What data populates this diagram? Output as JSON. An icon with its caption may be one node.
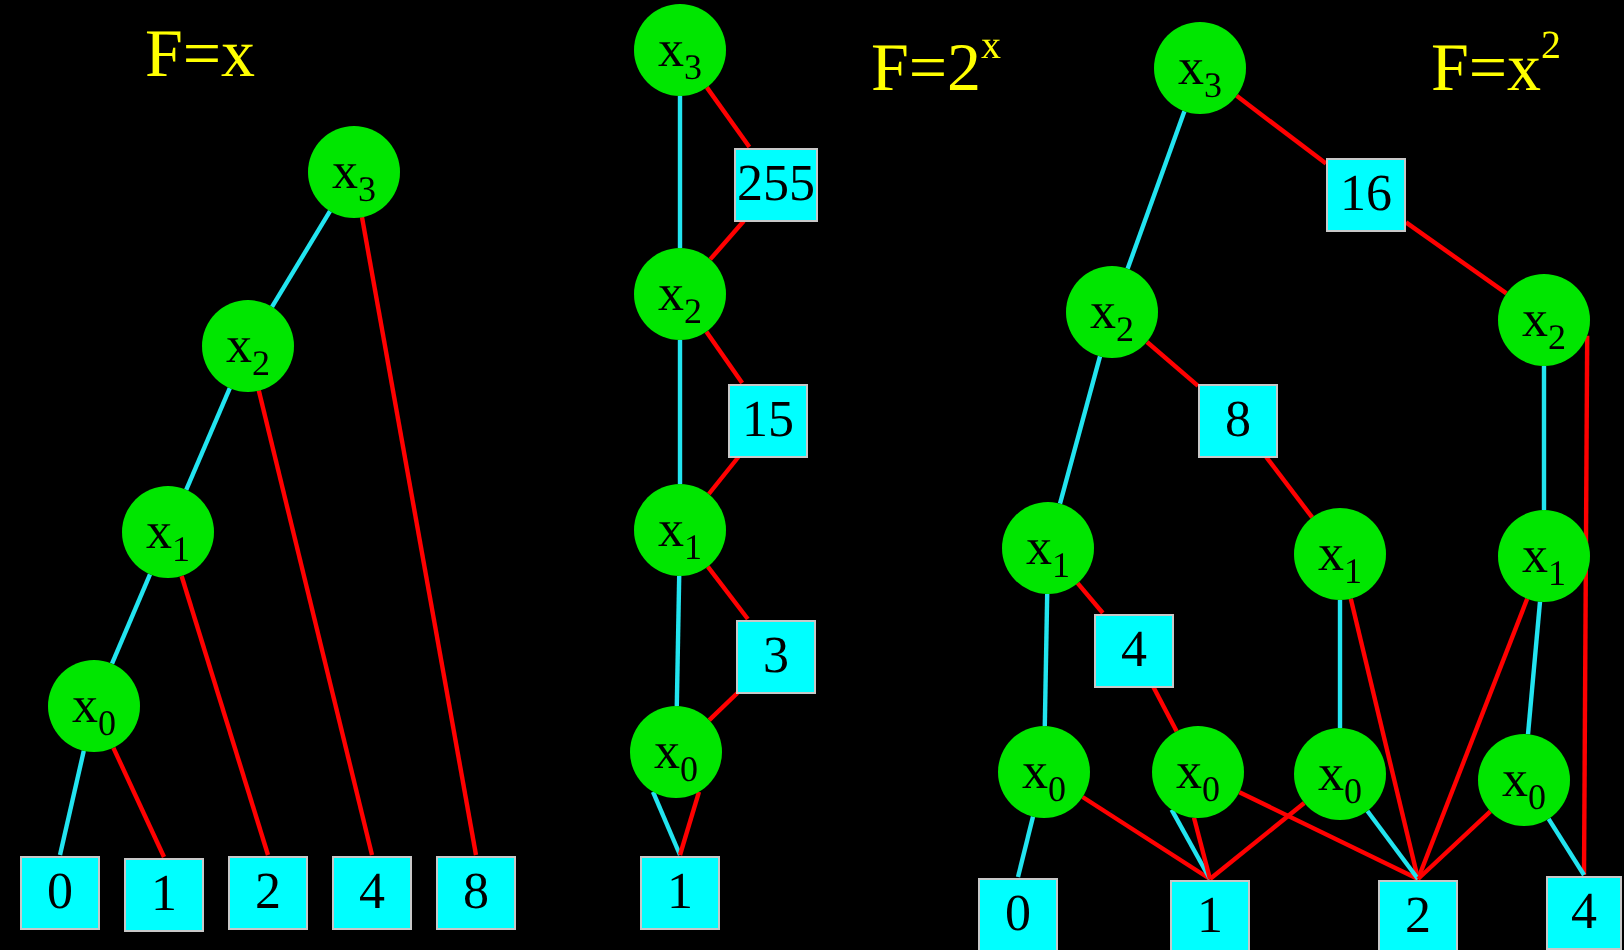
{
  "diagram": {
    "nodes": [
      {
        "text": [
          "x$_{3}$"
        ]
      },
      {
        "text": [
          "x$_{2}$"
        ]
      },
      {
        "text": [
          "x$_{1}$"
        ]
      },
      {
        "text": [
          "x$_{0}$"
        ]
      },
      {
        "text": [
          "0"
        ]
      },
      {
        "text": [
          "1"
        ]
      },
      {
        "text": [
          "2"
        ]
      },
      {
        "text": [
          "4"
        ]
      },
      {
        "text": [
          "8"
        ]
      },
      {
        "text": [
          "x$_{3}$"
        ]
      },
      {
        "text": [
          "255"
        ]
      },
      {
        "text": [
          "x$_{2}$"
        ]
      },
      {
        "text": [
          "15"
        ]
      },
      {
        "text": [
          "x$_{1}$"
        ]
      },
      {
        "text": [
          "3"
        ]
      },
      {
        "text": [
          "x$_{0}$"
        ]
      },
      {
        "text": [
          "1"
        ]
      },
      {
        "text": [
          "x$_{3}$"
        ]
      },
      {
        "text": [
          "16"
        ]
      },
      {
        "text": [
          "x$_{2}$"
        ]
      },
      {
        "text": [
          "x$_{2}$"
        ]
      },
      {
        "text": [
          "8"
        ]
      },
      {
        "text": [
          "x$_{1}$"
        ]
      },
      {
        "text": [
          "x$_{1}$"
        ]
      },
      {
        "text": [
          "x$_{1}$"
        ]
      },
      {
        "text": [
          "4"
        ]
      },
      {
        "text": [
          "x$_{0}$"
        ]
      },
      {
        "text": [
          "x$_{0}$"
        ]
      },
      {
        "text": [
          "x$_{0}$"
        ]
      },
      {
        "text": [
          "x$_{0}$"
        ]
      },
      {
        "text": [
          "0"
        ]
      },
      {
        "text": [
          "1"
        ]
      },
      {
        "text": [
          "2"
        ]
      },
      {
        "text": [
          "4"
        ]
      }
    ],
    "edges": [
      {
        "from": 0,
        "to": 1,
        "arrow": "none",
        "color": "#22e4f0"
      },
      {
        "from": 0,
        "to": 8,
        "arrow": "none"
      },
      {
        "from": 1,
        "to": 2,
        "arrow": "none",
        "color": "#22e4f0"
      },
      {
        "from": 1,
        "to": 7,
        "arrow": "none"
      },
      {
        "from": 2,
        "to": 3,
        "arrow": "none",
        "color": "#22e4f0"
      },
      {
        "from": 2,
        "to": 6,
        "arrow": "none"
      },
      {
        "from": 3,
        "to": 4,
        "arrow": "none",
        "color": "#22e4f0"
      },
      {
        "from": 3,
        "to": 5,
        "arrow": "none"
      },
      {
        "from": 9,
        "to": 11,
        "arrow": "none",
        "color": "#22e4f0"
      },
      {
        "from": 9,
        "to": 10,
        "arrow": "none"
      },
      {
        "from": 10,
        "to": 11,
        "arrow": "none"
      },
      {
        "from": 11,
        "to": 13,
        "arrow": "none",
        "color": "#22e4f0"
      },
      {
        "from": 11,
        "to": 12,
        "arrow": "none"
      },
      {
        "from": 12,
        "to": 13,
        "arrow": "none"
      },
      {
        "from": 13,
        "to": 15,
        "arrow": "none",
        "color": "#22e4f0"
      },
      {
        "from": 13,
        "to": 14,
        "arrow": "none"
      },
      {
        "from": 14,
        "to": 15,
        "arrow": "none"
      },
      {
        "from": 15,
        "to": 16,
        "arrow": "none",
        "color": "#22e4f0"
      },
      {
        "from": 15,
        "to": 16,
        "arrow": "none"
      },
      {
        "from": 17,
        "to": 19,
        "arrow": "none",
        "color": "#22e4f0"
      },
      {
        "from": 17,
        "to": 18,
        "arrow": "none"
      },
      {
        "from": 18,
        "to": 20,
        "arrow": "none"
      },
      {
        "from": 19,
        "to": 22,
        "arrow": "none",
        "color": "#22e4f0"
      },
      {
        "from": 19,
        "to": 21,
        "arrow": "none"
      },
      {
        "from": 21,
        "to": 23,
        "arrow": "none"
      },
      {
        "from": 20,
        "to": 24,
        "arrow": "none",
        "color": "#22e4f0"
      },
      {
        "from": 20,
        "to": 33,
        "arrow": "none"
      },
      {
        "from": 22,
        "to": 26,
        "arrow": "none",
        "color": "#22e4f0"
      },
      {
        "from": 22,
        "to": 25,
        "arrow": "none"
      },
      {
        "from": 25,
        "to": 27,
        "arrow": "none"
      },
      {
        "from": 23,
        "to": 28,
        "arrow": "none",
        "color": "#22e4f0"
      },
      {
        "from": 23,
        "to": 32,
        "arrow": "none"
      },
      {
        "from": 24,
        "to": 29,
        "arrow": "none",
        "color": "#22e4f0"
      },
      {
        "from": 24,
        "to": 32,
        "arrow": "none"
      },
      {
        "from": 26,
        "to": 30,
        "arrow": "none",
        "color": "#22e4f0"
      },
      {
        "from": 26,
        "to": 31,
        "arrow": "none"
      },
      {
        "from": 27,
        "to": 31,
        "arrow": "none",
        "color": "#22e4f0"
      },
      {
        "from": 27,
        "to": 31,
        "arrow": "none"
      },
      {
        "from": 27,
        "to": 32,
        "arrow": "none"
      },
      {
        "from": 28,
        "to": 32,
        "arrow": "none",
        "color": "#22e4f0"
      },
      {
        "from": 28,
        "to": 31,
        "arrow": "none"
      },
      {
        "from": 29,
        "to": 32,
        "arrow": "none"
      },
      {
        "from": 29,
        "to": 33,
        "arrow": "none",
        "color": "#22e4f0"
      }
    ],
    "labels": [
      "F=x",
      "F=2$^{x}$",
      "F=x$^{2}$"
    ]
  }
}
